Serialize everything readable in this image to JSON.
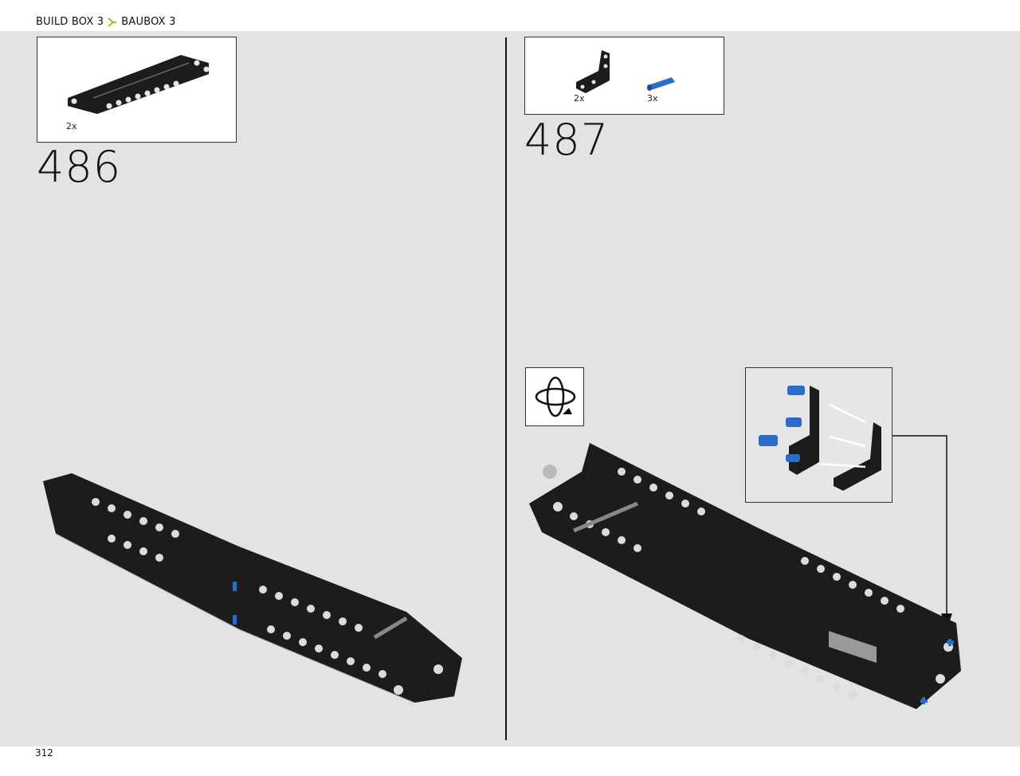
{
  "header": {
    "crumb_1": "BUILD BOX 3",
    "crumb_2": "BAUBOX 3",
    "separator_icon": "chevron-right-icon",
    "accent_color": "#9bc31c"
  },
  "steps": [
    {
      "number": "486",
      "parts": [
        {
          "qty": "2x",
          "icon": "beam-panel-icon"
        }
      ]
    },
    {
      "number": "487",
      "parts": [
        {
          "qty": "2x",
          "icon": "l-beam-icon"
        },
        {
          "qty": "3x",
          "icon": "blue-pin-icon"
        }
      ],
      "rotate_icon": "rotate-model-icon"
    }
  ],
  "footer": {
    "page_number": "312"
  },
  "colors": {
    "page_bg": "#e3e3e3",
    "beam": "#1c1c1c",
    "pin_blue": "#2a6cc8"
  }
}
